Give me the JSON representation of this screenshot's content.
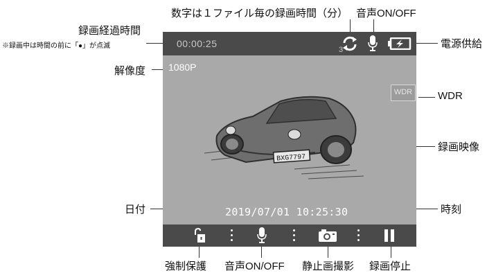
{
  "screen": {
    "rec_elapsed": "00:00:25",
    "resolution": "1080P",
    "datetime": "2019/07/01  10:25:30",
    "wdr": "WDR",
    "loop_minutes": "3"
  },
  "annotations": {
    "top_note": "数字は１ファイル毎の録画時間（分）",
    "audio_top": "音声ON/OFF",
    "rec_elapsed": "録画経過時間",
    "rec_elapsed_note": "※録画中は時間の前に「●」が点滅",
    "power": "電源供給",
    "resolution": "解像度",
    "wdr": "WDR",
    "video": "録画映像",
    "date": "日付",
    "time": "時刻",
    "lock": "強制保護",
    "audio_bottom": "音声ON/OFF",
    "snapshot": "静止画撮影",
    "pause": "録画停止"
  },
  "car_plate": "BXG7797",
  "icons": {
    "loop": "loop-record-icon",
    "mic": "microphone-icon",
    "battery": "battery-charging-icon",
    "lock": "unlock-icon",
    "camera": "camera-icon",
    "pause": "pause-icon"
  }
}
